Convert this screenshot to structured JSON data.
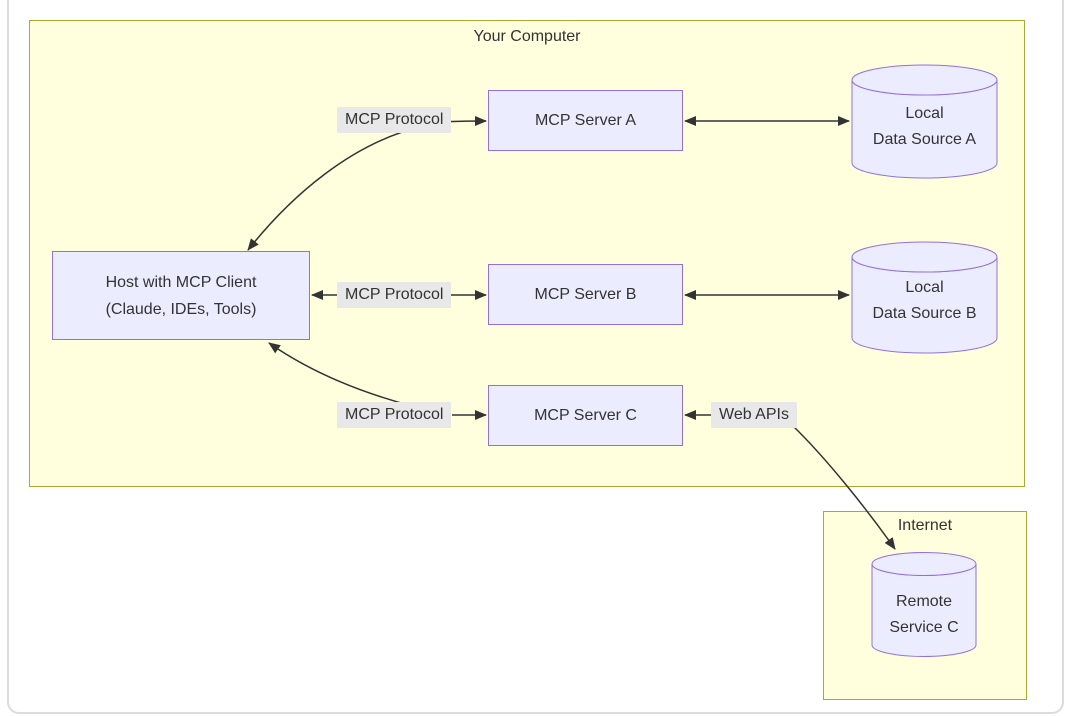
{
  "groups": {
    "computer": {
      "title": "Your Computer"
    },
    "internet": {
      "title": "Internet"
    }
  },
  "nodes": {
    "host": {
      "line1": "Host with MCP Client",
      "line2": "(Claude, IDEs, Tools)"
    },
    "server_a": {
      "label": "MCP Server A"
    },
    "server_b": {
      "label": "MCP Server B"
    },
    "server_c": {
      "label": "MCP Server C"
    },
    "data_source_a": {
      "line1": "Local",
      "line2": "Data Source A"
    },
    "data_source_b": {
      "line1": "Local",
      "line2": "Data Source B"
    },
    "remote_service_c": {
      "line1": "Remote",
      "line2": "Service C"
    }
  },
  "edges": {
    "host_server_a_label": "MCP Protocol",
    "host_server_b_label": "MCP Protocol",
    "host_server_c_label": "MCP Protocol",
    "server_c_remote_label": "Web APIs"
  },
  "colors": {
    "group_fill": "#ffffde",
    "group_border": "#aaaa33",
    "node_fill": "#ececff",
    "node_border": "#9370db",
    "edge_label_bg": "#e8e8e8",
    "arrow": "#333333",
    "text": "#333333"
  }
}
